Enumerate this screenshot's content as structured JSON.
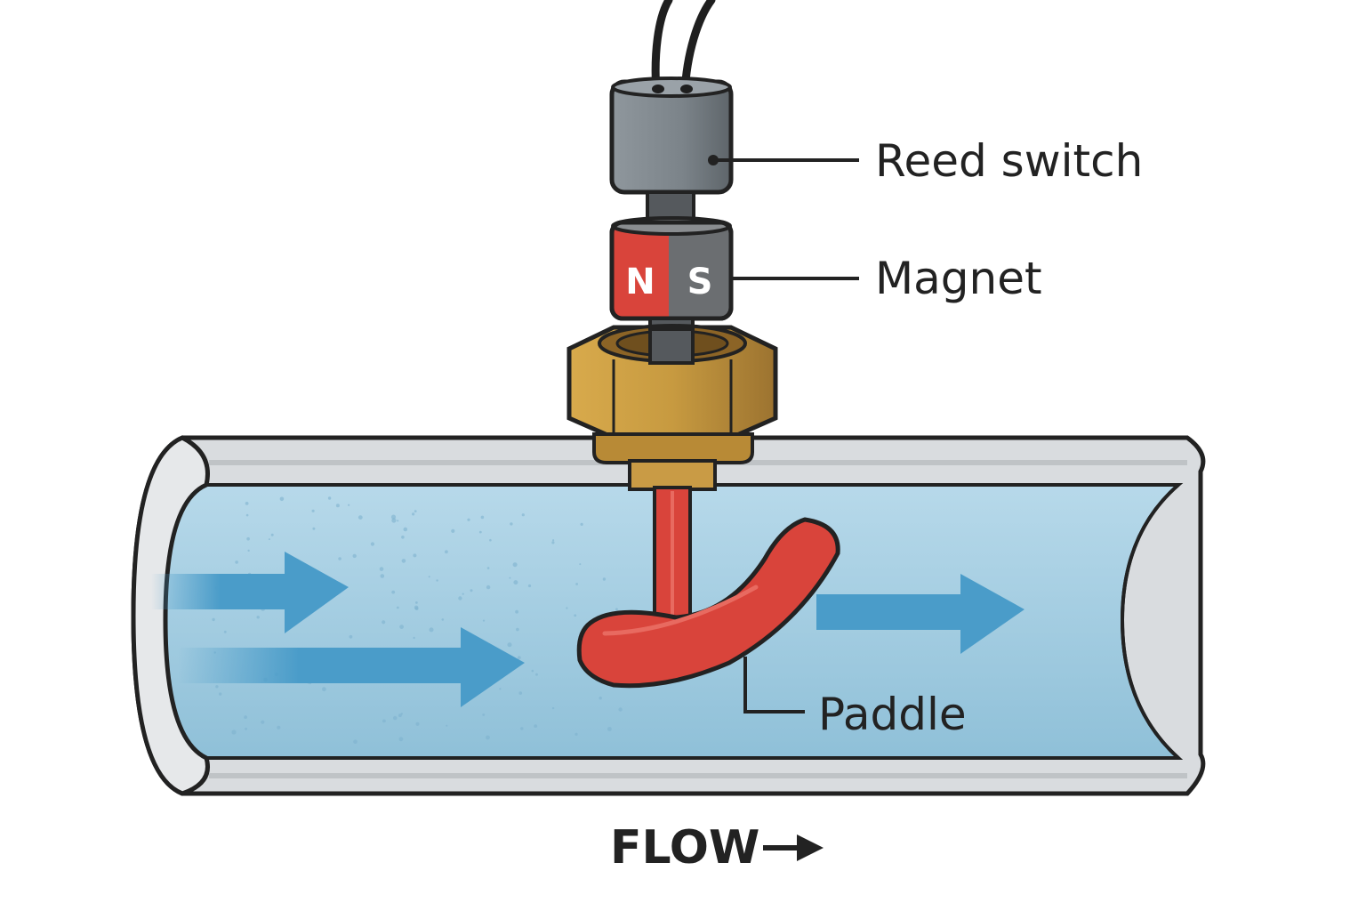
{
  "labels": {
    "reed_switch": "Reed switch",
    "magnet": "Magnet",
    "paddle": "Paddle",
    "flow": "FLOW"
  },
  "poles": {
    "north": "N",
    "south": "S"
  },
  "colors": {
    "water": "#9fcbe0",
    "flow_arrows": "#4a9cc9",
    "pipe": "#d9dcdf",
    "paddle": "#d9443b",
    "brass": "#c4923a",
    "magnet_north": "#d9443b",
    "magnet_south": "#6b6e71",
    "reed_switch": "#7d848a",
    "outline": "#222222"
  },
  "icons": {
    "flow_direction": "right-arrow-icon"
  }
}
